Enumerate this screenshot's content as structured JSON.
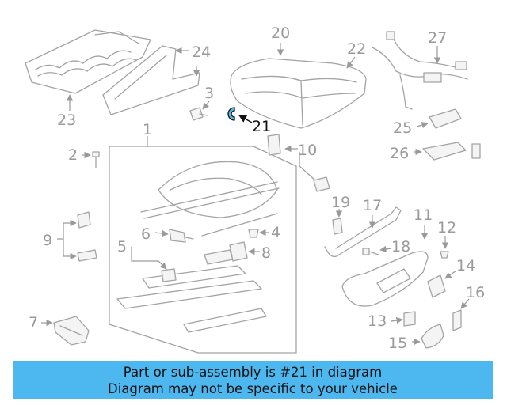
{
  "labels": {
    "n1": "1",
    "n2": "2",
    "n3": "3",
    "n4": "4",
    "n5": "5",
    "n6": "6",
    "n7": "7",
    "n8": "8",
    "n9": "9",
    "n10": "10",
    "n11": "11",
    "n12": "12",
    "n13": "13",
    "n14": "14",
    "n15": "15",
    "n16": "16",
    "n17": "17",
    "n18": "18",
    "n19": "19",
    "n20": "20",
    "n21": "21",
    "n22": "22",
    "n23": "23",
    "n24": "24",
    "n25": "25",
    "n26": "26",
    "n27": "27"
  },
  "highlight": {
    "part": "21",
    "color": "#4db8f0"
  },
  "banner": {
    "line1": "Part or sub-assembly is #21 in diagram",
    "line2": "Diagram may not be specific to your vehicle",
    "color": "#4db8f0"
  }
}
